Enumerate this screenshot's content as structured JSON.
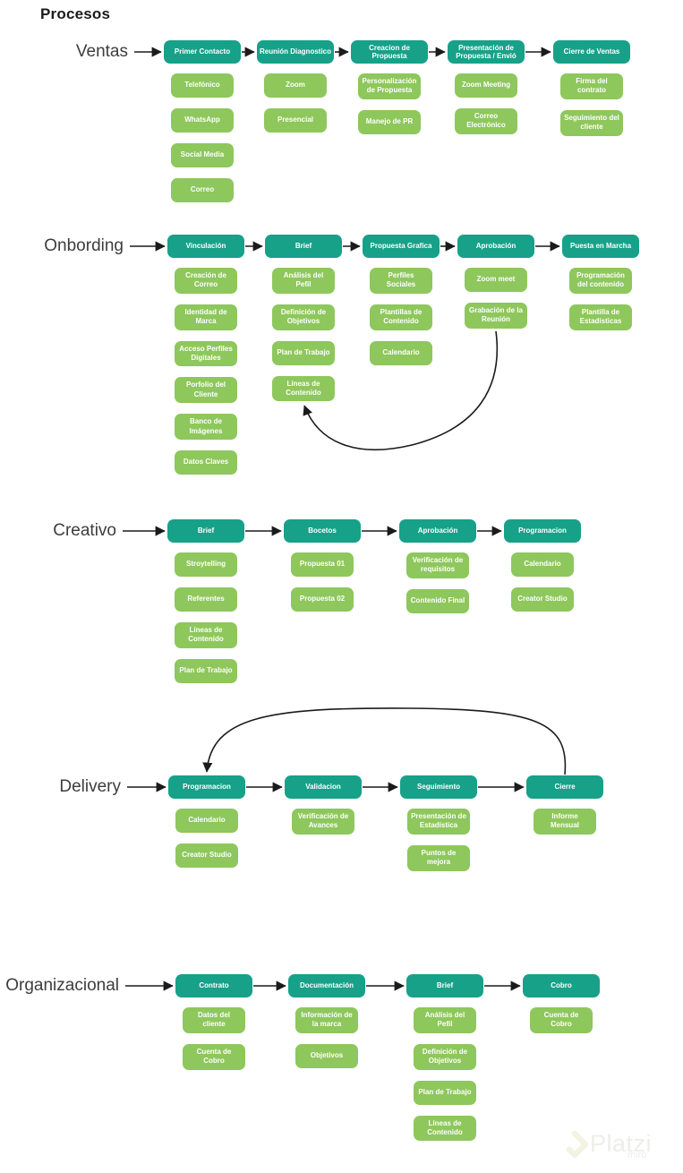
{
  "page": {
    "title": "Procesos"
  },
  "colors": {
    "step_fill": "#17a189",
    "substep_fill": "#8ec75c",
    "arrow": "#1b1b1b"
  },
  "watermark": {
    "brand": "Platzi",
    "sub": "miro"
  },
  "sections": [
    {
      "label": "Ventas",
      "steps": [
        {
          "title": "Primer Contacto",
          "subs": [
            "Telefónico",
            "WhatsApp",
            "Social Media",
            "Correo"
          ]
        },
        {
          "title": "Reunión Diagnostico",
          "subs": [
            "Zoom",
            "Presencial"
          ]
        },
        {
          "title": "Creacion de Propuesta",
          "subs": [
            "Personalización de Propuesta",
            "Manejo de PR"
          ]
        },
        {
          "title": "Presentación de Propuesta / Envió",
          "subs": [
            "Zoom Meeting",
            "Correo Electrónico"
          ]
        },
        {
          "title": "Cierre de Ventas",
          "subs": [
            "Firma del contrato",
            "Seguimiento del cliente"
          ]
        }
      ]
    },
    {
      "label": "Onbording",
      "steps": [
        {
          "title": "Vinculación",
          "subs": [
            "Creación de Correo",
            "Identidad de Marca",
            "Acceso Perfiles Digitales",
            "Porfolio del Cliente",
            "Banco de Imágenes",
            "Datos Claves"
          ]
        },
        {
          "title": "Brief",
          "subs": [
            "Análisis del Pefil",
            "Definición de Objetivos",
            "Plan de Trabajo",
            "Líneas de Contenido"
          ]
        },
        {
          "title": "Propuesta Grafica",
          "subs": [
            "Perfiles Sociales",
            "Plantillas de Contenido",
            "Calendario"
          ]
        },
        {
          "title": "Aprobación",
          "subs": [
            "Zoom meet",
            "Grabación de la Reunión"
          ]
        },
        {
          "title": "Puesta en Marcha",
          "subs": [
            "Programación del contenido",
            "Plantilla de Estadísticas"
          ]
        }
      ]
    },
    {
      "label": "Creativo",
      "steps": [
        {
          "title": "Brief",
          "subs": [
            "Stroytelling",
            "Referentes",
            "Líneas de Contenido",
            "Plan de Trabajo"
          ]
        },
        {
          "title": "Bocetos",
          "subs": [
            "Propuesta 01",
            "Propuesta 02"
          ]
        },
        {
          "title": "Aprobación",
          "subs": [
            "Verificación de requisitos",
            "Contenido Final"
          ]
        },
        {
          "title": "Programacion",
          "subs": [
            "Calendario",
            "Creator Studio"
          ]
        }
      ]
    },
    {
      "label": "Delivery",
      "steps": [
        {
          "title": "Programacion",
          "subs": [
            "Calendario",
            "Creator Studio"
          ]
        },
        {
          "title": "Validacion",
          "subs": [
            "Verificación de Avances"
          ]
        },
        {
          "title": "Seguimiento",
          "subs": [
            "Presentación de Estadística",
            "Puntos de mejora"
          ]
        },
        {
          "title": "Cierre",
          "subs": [
            "Informe Mensual"
          ]
        }
      ]
    },
    {
      "label": "Organizacional",
      "steps": [
        {
          "title": "Contrato",
          "subs": [
            "Datos del cliente",
            "Cuenta de Cobro"
          ]
        },
        {
          "title": "Documentación",
          "subs": [
            "Información de la marca",
            "Objetivos"
          ]
        },
        {
          "title": "Brief",
          "subs": [
            "Análisis del Pefil",
            "Definición de Objetivos",
            "Plan de Trabajo",
            "Líneas de Contenido"
          ]
        },
        {
          "title": "Cobro",
          "subs": [
            "Cuenta de Cobro"
          ]
        }
      ]
    }
  ],
  "connectors": [
    {
      "name": "grabacion-reunion-to-lineas-contenido",
      "from": "Grabación de la Reunión",
      "to": "Líneas de Contenido"
    },
    {
      "name": "cierre-loop-to-programacion",
      "from": "Cierre",
      "to": "Programacion"
    }
  ]
}
